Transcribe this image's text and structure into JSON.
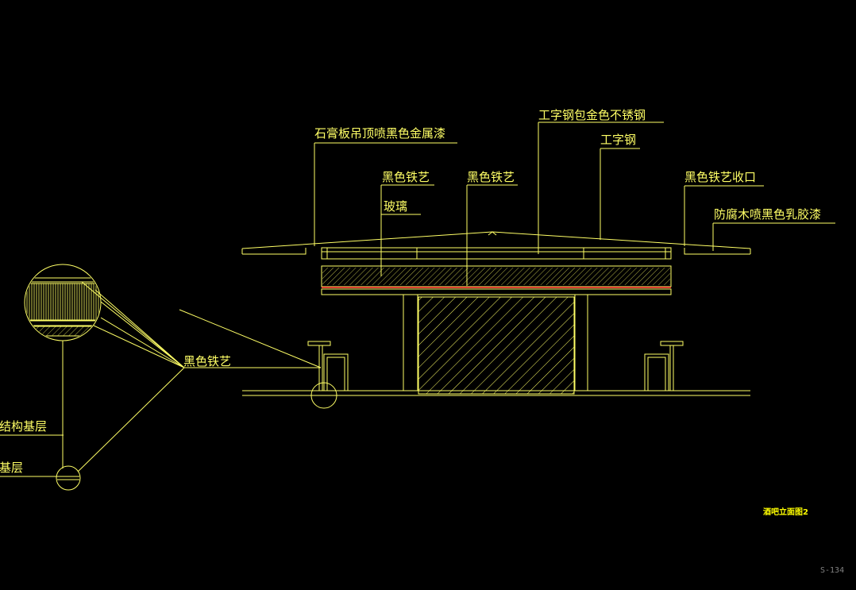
{
  "labels": {
    "gypsum_ceiling": "石膏板吊顶喷黑色金属漆",
    "i_beam_gold": "工字钢包金色不锈钢",
    "i_beam": "工字钢",
    "black_iron_1": "黑色铁艺",
    "glass": "玻璃",
    "black_iron_2": "黑色铁艺",
    "black_iron_trim": "黑色铁艺收口",
    "preserved_wood": "防腐木喷黑色乳胶漆",
    "black_iron_detail": "黑色铁艺",
    "steel_base": "钢结构基层",
    "wood_base": "木基层"
  },
  "drawing_title": "酒吧立面图2",
  "sheet_number": "S-134",
  "colors": {
    "background": "#000000",
    "lines": "#ffff66",
    "accent_red": "#ff3030",
    "sheet_no": "#808080"
  }
}
